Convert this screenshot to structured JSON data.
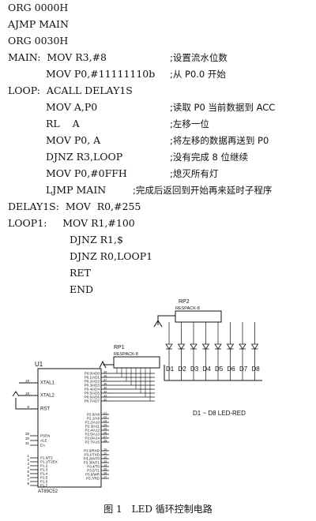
{
  "code": [
    {
      "instr": "ORG 0000H",
      "comment": ""
    },
    {
      "instr": "AJMP MAIN",
      "comment": ""
    },
    {
      "instr": "ORG 0030H",
      "comment": ""
    },
    {
      "instr": "MAIN:  MOV R3,#8",
      "comment": ";设置流水位数"
    },
    {
      "instr": "MOV P0,#11111110b",
      "comment": ";从 P0.0 开始"
    },
    {
      "instr": "LOOP:  ACALL DELAY1S",
      "comment": ""
    },
    {
      "instr": "MOV A,P0",
      "comment": ";读取 P0 当前数据到 ACC"
    },
    {
      "instr": "RL    A",
      "comment": ";左移一位"
    },
    {
      "instr": "MOV P0, A",
      "comment": ";将左移的数据再送到 P0"
    },
    {
      "instr": "DJNZ R3,LOOP",
      "comment": ";没有完成 8 位继续"
    },
    {
      "instr": "MOV P0,#0FFH",
      "comment": ";熄灭所有灯"
    },
    {
      "instr": "LJMP MAIN",
      "comment": ";完成后返回到开始再来延时子程序"
    },
    {
      "instr": "DELAY1S:  MOV  R0,#255",
      "comment": ""
    },
    {
      "instr": "LOOP1:     MOV R1,#100",
      "comment": ""
    },
    {
      "instr": "DJNZ R1,$",
      "comment": ""
    },
    {
      "instr": "DJNZ R0,LOOP1",
      "comment": ""
    },
    {
      "instr": "RET",
      "comment": ""
    },
    {
      "instr": "END",
      "comment": ""
    }
  ],
  "circuit": {
    "chip_ref": "U1",
    "chip_name": "AT89C52",
    "rp1": "RP1",
    "rp1_type": "RESPACK-8",
    "rp2": "RP2",
    "rp2_type": "RESPACK-8",
    "leds": [
      "D1",
      "D2",
      "D3",
      "D4",
      "D5",
      "D6",
      "D7",
      "D8"
    ],
    "led_note": "D1 ~ D8   LED-RED",
    "left_pins": [
      {
        "num": "19",
        "label": "XTAL1"
      },
      {
        "num": "18",
        "label": "XTAL2"
      },
      {
        "num": "9",
        "label": "RST"
      },
      {
        "num": "29",
        "label": "PSEN"
      },
      {
        "num": "30",
        "label": "ALE"
      },
      {
        "num": "31",
        "label": "EA"
      },
      {
        "num": "1",
        "label": "P1.0/T2"
      },
      {
        "num": "2",
        "label": "P1.1/T2EX"
      },
      {
        "num": "3",
        "label": "P1.2"
      },
      {
        "num": "4",
        "label": "P1.3"
      },
      {
        "num": "5",
        "label": "P1.4"
      },
      {
        "num": "6",
        "label": "P1.5"
      },
      {
        "num": "7",
        "label": "P1.6"
      },
      {
        "num": "8",
        "label": "P1.7"
      }
    ],
    "p0_pins": [
      {
        "label": "P0.0/AD0",
        "num": "39"
      },
      {
        "label": "P0.1/AD1",
        "num": "38"
      },
      {
        "label": "P0.2/AD2",
        "num": "37"
      },
      {
        "label": "P0.3/AD3",
        "num": "36"
      },
      {
        "label": "P0.4/AD4",
        "num": "35"
      },
      {
        "label": "P0.5/AD5",
        "num": "34"
      },
      {
        "label": "P0.6/AD6",
        "num": "33"
      },
      {
        "label": "P0.7/AD7",
        "num": "32"
      }
    ],
    "p2_pins": [
      {
        "label": "P2.0/A8",
        "num": "21"
      },
      {
        "label": "P2.1/A9",
        "num": "22"
      },
      {
        "label": "P2.2/A10",
        "num": "23"
      },
      {
        "label": "P2.3/A11",
        "num": "24"
      },
      {
        "label": "P2.4/A12",
        "num": "25"
      },
      {
        "label": "P2.5/A13",
        "num": "26"
      },
      {
        "label": "P2.6/A14",
        "num": "27"
      },
      {
        "label": "P2.7/A15",
        "num": "28"
      }
    ],
    "p3_pins": [
      {
        "label": "P3.0/RXD",
        "num": "10"
      },
      {
        "label": "P3.1/TXD",
        "num": "11"
      },
      {
        "label": "P3.2/INT0",
        "num": "12"
      },
      {
        "label": "P3.3/INT1",
        "num": "13"
      },
      {
        "label": "P3.4/T0",
        "num": "14"
      },
      {
        "label": "P3.5/T1",
        "num": "15"
      },
      {
        "label": "P3.6/WR",
        "num": "16"
      },
      {
        "label": "P3.7/RD",
        "num": "17"
      }
    ]
  },
  "caption": {
    "figure": "图 1",
    "text": "LED 循环控制电路"
  }
}
